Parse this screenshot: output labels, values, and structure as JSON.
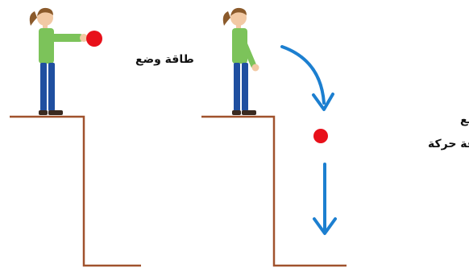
{
  "labels": {
    "potential_energy": "طاقة وضع",
    "conversion_line1": "تتحول طاقة الوضع",
    "conversion_line2": "إلى طاقة حركة"
  },
  "colors": {
    "ledge": "#a0522d",
    "ball": "#e8101a",
    "arrow": "#1c7fd0",
    "shirt": "#7cc35a",
    "pants": "#1f4fa0",
    "hair": "#8b5a2b",
    "skin": "#f2c9a4",
    "shoes": "#3a2a20"
  },
  "icons": {
    "left_figure": "girl-holding-ball-icon",
    "right_figure": "girl-standing-icon",
    "ball": "red-ball-icon",
    "arrow": "down-arrow-icon"
  }
}
